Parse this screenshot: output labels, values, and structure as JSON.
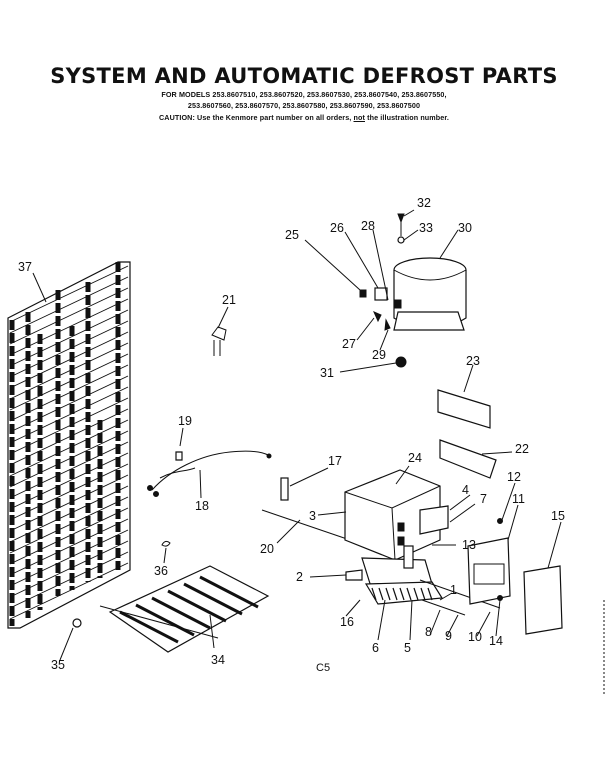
{
  "header": {
    "title": "SYSTEM AND AUTOMATIC DEFROST PARTS",
    "models_line1": "FOR MODELS 253.8607510, 253.8607520, 253.8607530, 253.8607540, 253.8607550,",
    "models_line2": "253.8607560, 253.8607570, 253.8607580, 253.8607590, 253.8607500",
    "caution_before": "CAUTION: Use the Kenmore part number on all orders,",
    "caution_not": "not",
    "caution_after": "the illustration number."
  },
  "callouts": {
    "c1": "1",
    "c2": "2",
    "c3": "3",
    "c4": "4",
    "c5": "5",
    "c6": "6",
    "c7": "7",
    "c8": "8",
    "c9": "9",
    "c10": "10",
    "c11": "11",
    "c12": "12",
    "c13": "13",
    "c14": "14",
    "c15": "15",
    "c16": "16",
    "c17": "17",
    "c18": "18",
    "c19": "19",
    "c20": "20",
    "c21": "21",
    "c22": "22",
    "c23": "23",
    "c24": "24",
    "c25": "25",
    "c26": "26",
    "c27": "27",
    "c28": "28",
    "c29": "29",
    "c30": "30",
    "c31": "31",
    "c32": "32",
    "c33": "33",
    "c34": "34",
    "c35": "35",
    "c36": "36",
    "c37": "37"
  },
  "footer_code": "C5"
}
